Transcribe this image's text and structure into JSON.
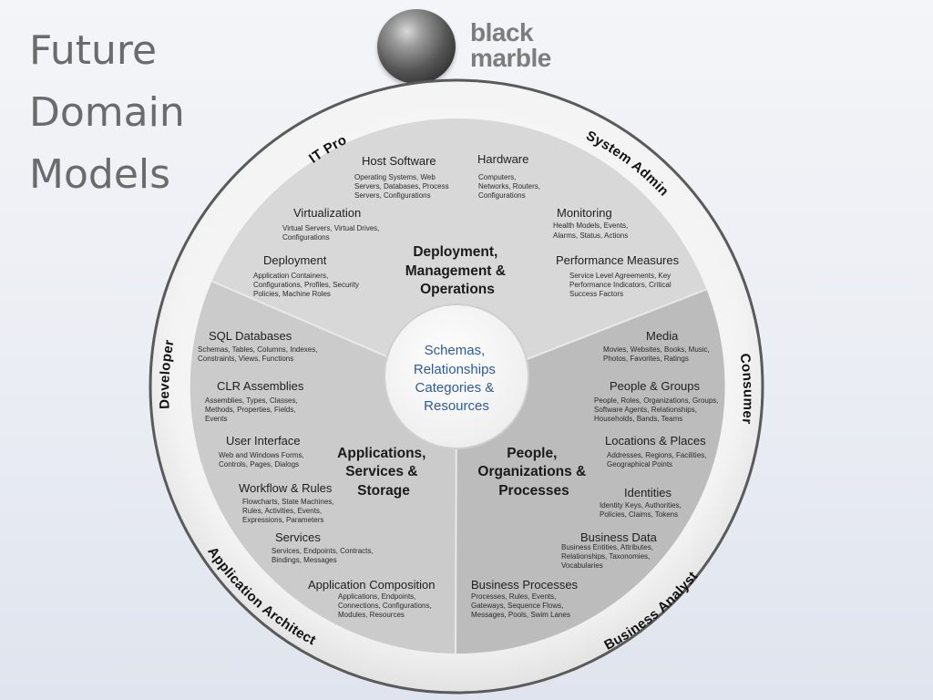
{
  "title": {
    "lines": [
      "Future",
      "Domain",
      "Models"
    ]
  },
  "logo": {
    "lines": [
      "black",
      "marble"
    ]
  },
  "center": {
    "lines": [
      "Schemas,",
      "Relationships",
      "Categories &",
      "Resources"
    ]
  },
  "sectors": [
    {
      "id": "deployment",
      "label_lines": [
        "Deployment,",
        "Management &",
        "Operations"
      ],
      "color": "#d8d8d8"
    },
    {
      "id": "applications",
      "label_lines": [
        "Applications,",
        "Services &",
        "Storage"
      ],
      "color": "#cbcbcb"
    },
    {
      "id": "people",
      "label_lines": [
        "People,",
        "Organizations &",
        "Processes"
      ],
      "color": "#bdbdbd"
    }
  ],
  "roles": {
    "it_pro": "IT Pro",
    "system_admin": "System Admin",
    "consumer": "Consumer",
    "business_analyst": "Business Analyst",
    "application_architect": "Application Architect",
    "developer": "Developer"
  },
  "items": [
    {
      "id": "host-software",
      "title": "Host Software",
      "desc": [
        "Operating Systems, Web",
        "Servers, Databases, Process",
        "Servers, Configurations"
      ]
    },
    {
      "id": "hardware",
      "title": "Hardware",
      "desc": [
        "Computers,",
        "Networks, Routers,",
        "Configurations"
      ]
    },
    {
      "id": "virtualization",
      "title": "Virtualization",
      "desc": [
        "Virtual Servers, Virtual Drives,",
        "Configurations"
      ]
    },
    {
      "id": "monitoring",
      "title": "Monitoring",
      "desc": [
        "Health Models, Events,",
        "Alarms, Status, Actions"
      ]
    },
    {
      "id": "deployment",
      "title": "Deployment",
      "desc": [
        "Application Containers,",
        "Configurations, Profiles, Security",
        "Policies, Machine Roles"
      ]
    },
    {
      "id": "performance-measures",
      "title": "Performance Measures",
      "desc": [
        "Service Level Agreements, Key",
        "Performance Indicators, Critical",
        "Success Factors"
      ]
    },
    {
      "id": "sql-databases",
      "title": "SQL Databases",
      "desc": [
        "Schemas, Tables, Columns, Indexes,",
        "Constraints, Views, Functions"
      ]
    },
    {
      "id": "clr-assemblies",
      "title": "CLR Assemblies",
      "desc": [
        "Assemblies, Types, Classes,",
        "Methods, Properties, Fields,",
        "Events"
      ]
    },
    {
      "id": "user-interface",
      "title": "User Interface",
      "desc": [
        "Web and Windows Forms,",
        "Controls, Pages, Dialogs"
      ]
    },
    {
      "id": "workflow-rules",
      "title": "Workflow & Rules",
      "desc": [
        "Flowcharts, State Machines,",
        "Rules, Activities, Events,",
        "Expressions, Parameters"
      ]
    },
    {
      "id": "services",
      "title": "Services",
      "desc": [
        "Services, Endpoints, Contracts,",
        "Bindings, Messages"
      ]
    },
    {
      "id": "application-composition",
      "title": "Application Composition",
      "desc": [
        "Applications, Endpoints,",
        "Connections, Configurations,",
        "Modules, Resources"
      ]
    },
    {
      "id": "media",
      "title": "Media",
      "desc": [
        "Movies, Websites, Books, Music,",
        "Photos, Favorites, Ratings"
      ]
    },
    {
      "id": "people-groups",
      "title": "People & Groups",
      "desc": [
        "People, Roles, Organizations, Groups,",
        "Software Agents, Relationships,",
        "Households, Bands, Teams"
      ]
    },
    {
      "id": "locations-places",
      "title": "Locations & Places",
      "desc": [
        "Addresses, Regions, Facilities,",
        "Geographical Points"
      ]
    },
    {
      "id": "identities",
      "title": "Identities",
      "desc": [
        "Identity Keys, Authorities,",
        "Policies, Claims, Tokens"
      ]
    },
    {
      "id": "business-data",
      "title": "Business Data",
      "desc": [
        "Business Entities, Attributes,",
        "Relationships, Taxonomies,",
        "Vocabularies"
      ]
    },
    {
      "id": "business-processes",
      "title": "Business Processes",
      "desc": [
        "Processes, Rules, Events,",
        "Gateways, Sequence Flows,",
        "Messages, Pools, Swim Lanes"
      ]
    }
  ]
}
